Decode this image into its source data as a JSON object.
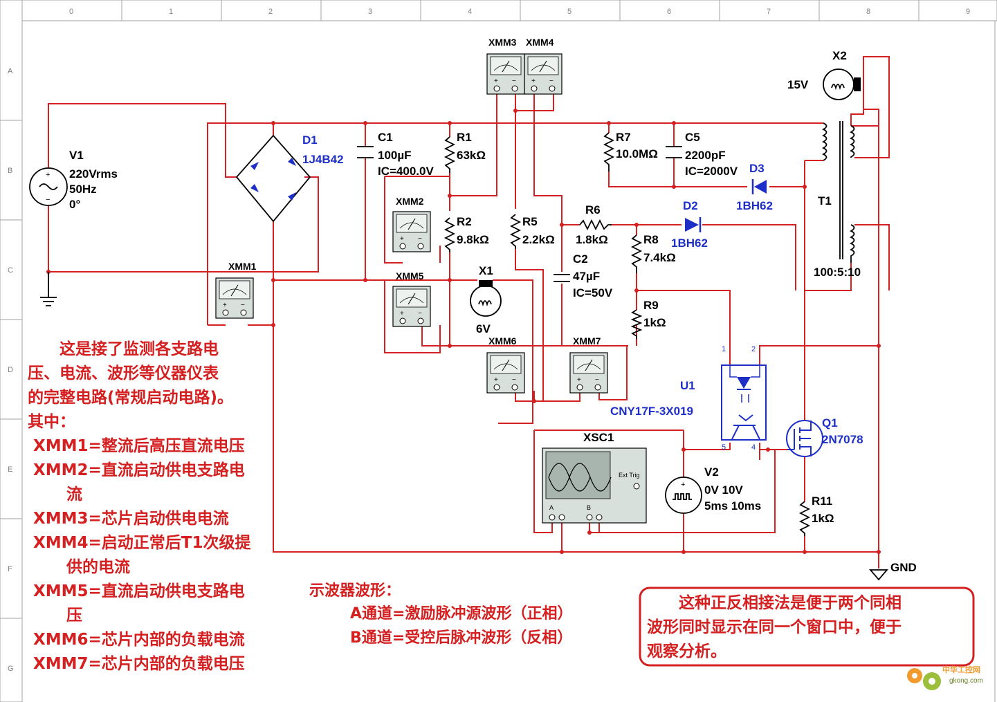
{
  "ruler": {
    "columns": [
      "0",
      "1",
      "2",
      "3",
      "4",
      "5",
      "6",
      "7",
      "8",
      "9"
    ],
    "rows": [
      "A",
      "B",
      "C",
      "D",
      "E",
      "F",
      "G"
    ]
  },
  "components": {
    "V1": {
      "name": "V1",
      "value": "220Vrms",
      "freq": "50Hz",
      "phase": "0°"
    },
    "D1": {
      "name": "D1",
      "part": "1J4B42"
    },
    "C1": {
      "name": "C1",
      "value": "100µF",
      "ic": "IC=400.0V"
    },
    "R1": {
      "name": "R1",
      "value": "63kΩ"
    },
    "R2": {
      "name": "R2",
      "value": "9.8kΩ"
    },
    "R5": {
      "name": "R5",
      "value": "2.2kΩ"
    },
    "R6": {
      "name": "R6",
      "value": "1.8kΩ"
    },
    "R7": {
      "name": "R7",
      "value": "10.0MΩ"
    },
    "C5": {
      "name": "C5",
      "value": "2200pF",
      "ic": "IC=2000V"
    },
    "D3": {
      "name": "D3",
      "part": "1BH62"
    },
    "D2": {
      "name": "D2",
      "part": "1BH62"
    },
    "R8": {
      "name": "R8",
      "value": "7.4kΩ"
    },
    "R9": {
      "name": "R9",
      "value": "1kΩ"
    },
    "C2": {
      "name": "C2",
      "value": "47µF",
      "ic": "IC=50V"
    },
    "X1": {
      "name": "X1",
      "value": "6V"
    },
    "X2": {
      "name": "X2",
      "value": "15V"
    },
    "T1": {
      "name": "T1",
      "ratio": "100:5:10"
    },
    "U1": {
      "name": "U1",
      "part": "CNY17F-3X019"
    },
    "Q1": {
      "name": "Q1",
      "part": "2N7078"
    },
    "V2": {
      "name": "V2",
      "value": "0V 10V",
      "timing": "5ms 10ms"
    },
    "R11": {
      "name": "R11",
      "value": "1kΩ"
    },
    "XSC1": {
      "name": "XSC1",
      "ext_trig": "Ext Trig",
      "ch_a": "A",
      "ch_b": "B"
    },
    "GND": {
      "name": "GND"
    }
  },
  "meters": {
    "XMM1": "XMM1",
    "XMM2": "XMM2",
    "XMM3": "XMM3",
    "XMM4": "XMM4",
    "XMM5": "XMM5",
    "XMM6": "XMM6",
    "XMM7": "XMM7"
  },
  "pins": {
    "u1_1": "1",
    "u1_2": "2",
    "u1_5": "5",
    "u1_4": "4",
    "plus": "+",
    "minus": "−"
  },
  "notes": {
    "left": [
      "　　这是接了监测各支路电",
      "压、电流、波形等仪器仪表",
      "的完整电路(常规启动电路)。",
      "其中：",
      " XMM1=整流后高压直流电压",
      " XMM2=直流启动供电支路电",
      "       流",
      " XMM3=芯片启动供电电流",
      " XMM4=启动正常后T1次级提",
      "       供的电流",
      " XMM5=直流启动供电支路电",
      "       压",
      " XMM6=芯片内部的负载电流",
      " XMM7=芯片内部的负载电压"
    ],
    "osc_title": "示波器波形：",
    "osc_a": "A通道=激励脉冲源波形（正相）",
    "osc_b": "B通道=受控后脉冲波形（反相）",
    "box": [
      "　　这种正反相接法是便于两个同相",
      "波形同时显示在同一个窗口中，便于",
      "观察分析。"
    ]
  },
  "watermark": {
    "cn": "中华工控网",
    "url": "gkong.com"
  }
}
